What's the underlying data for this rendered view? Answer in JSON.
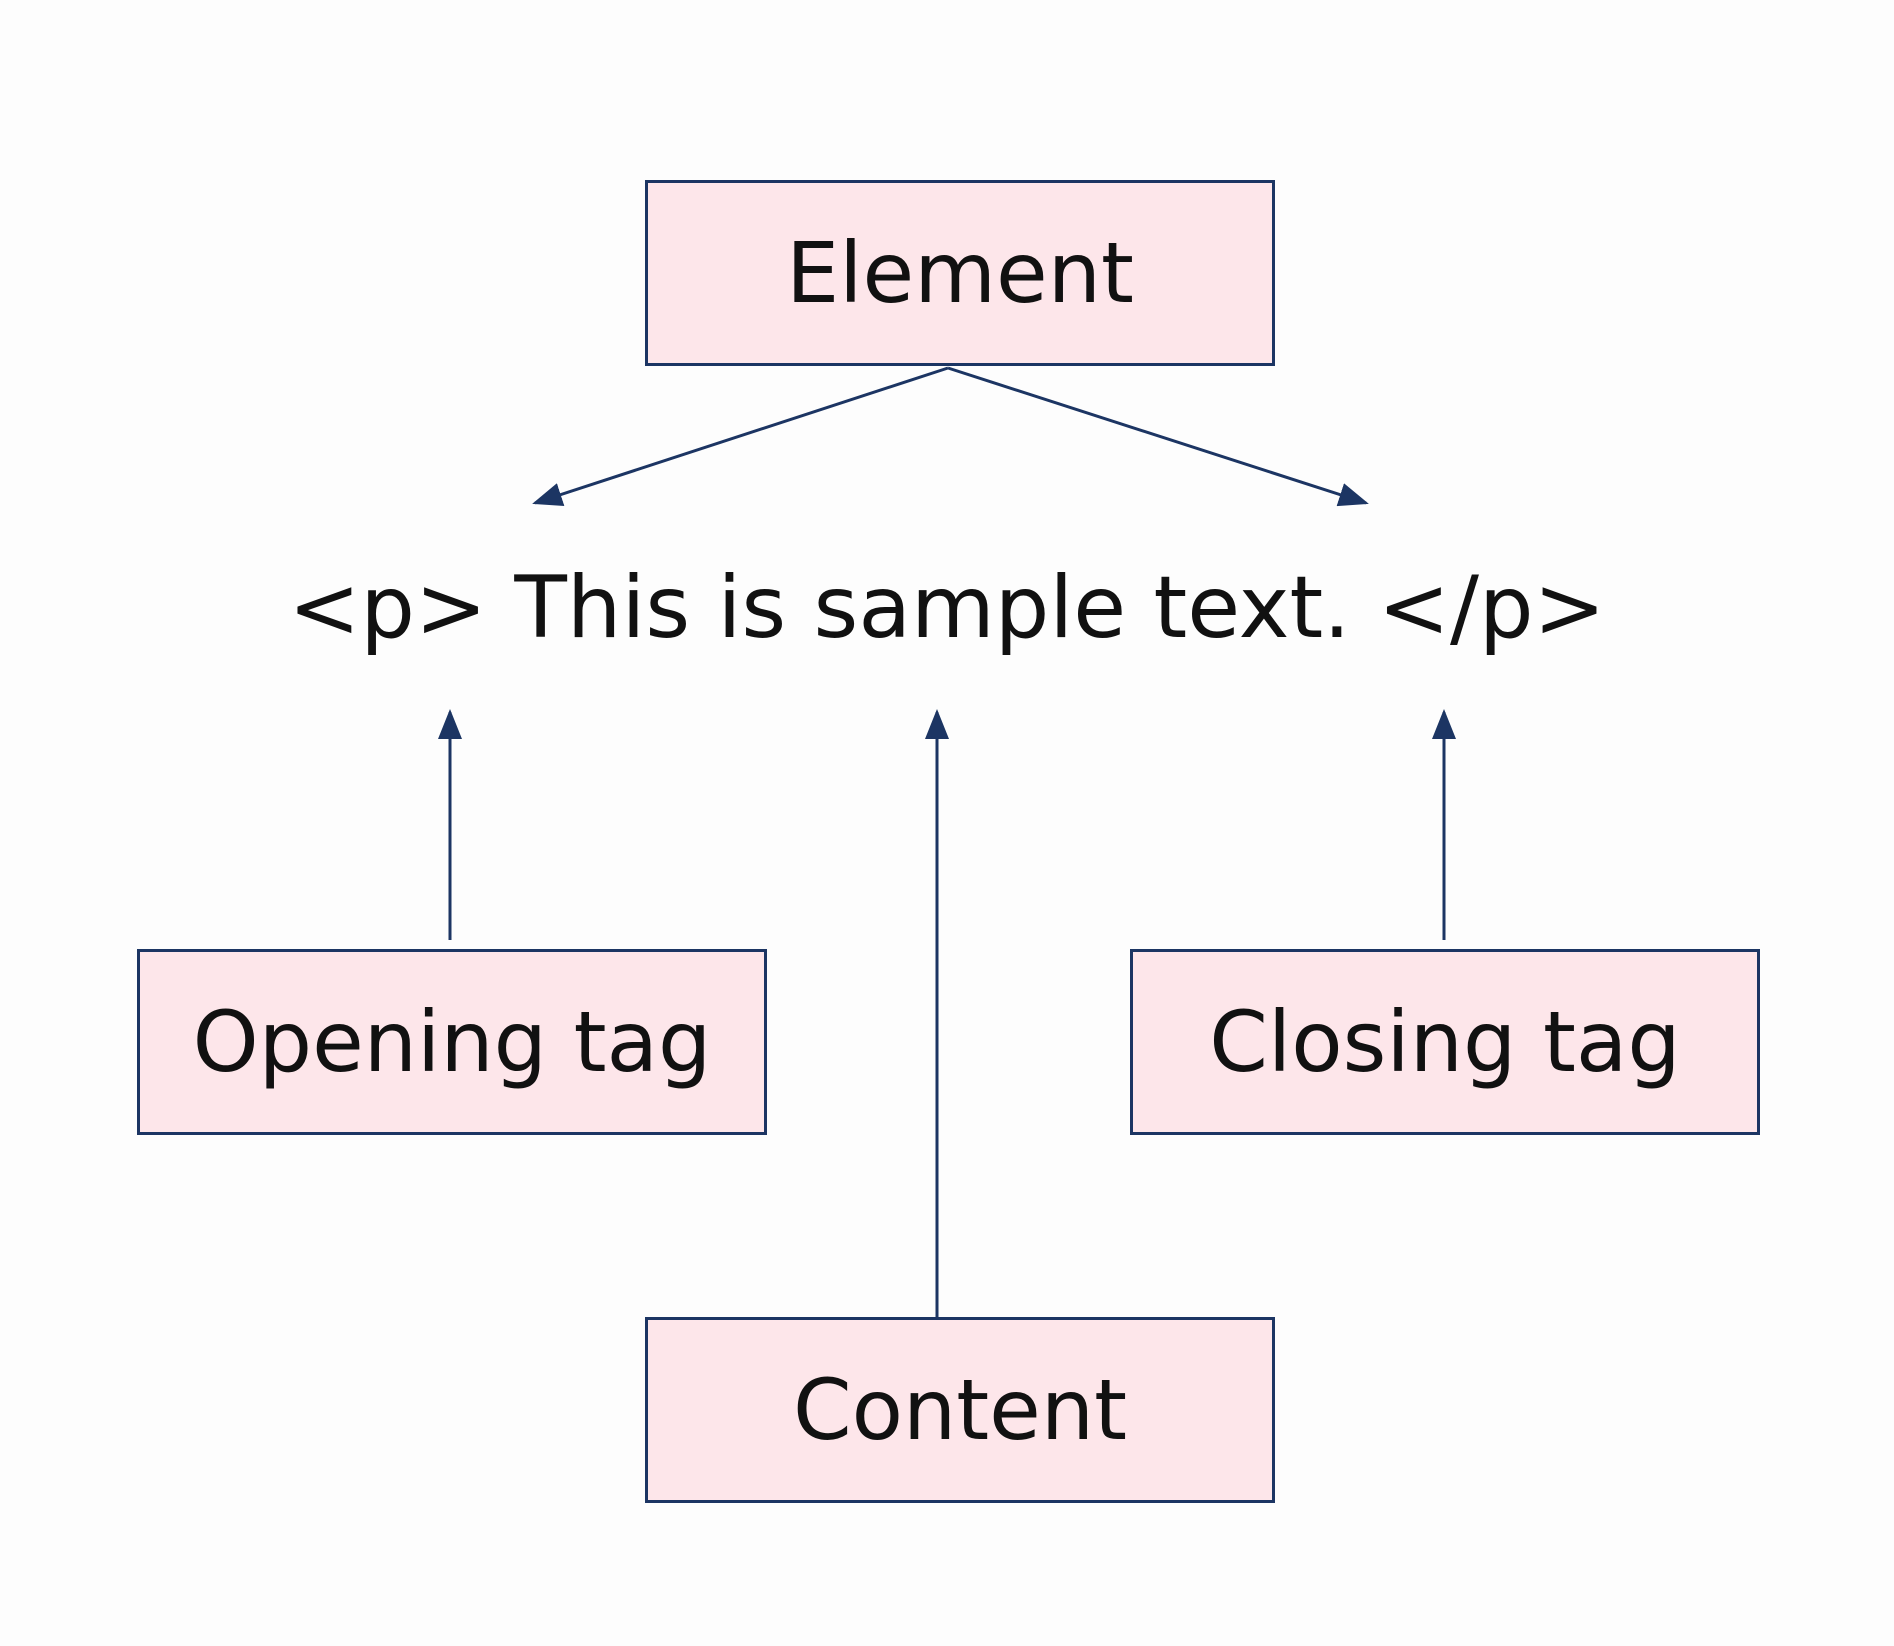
{
  "boxes": {
    "element": "Element",
    "opening_tag": "Opening tag",
    "closing_tag": "Closing tag",
    "content": "Content"
  },
  "sample_code": "<p> This is sample text. </p>",
  "colors": {
    "box_fill": "#fde6ea",
    "box_border": "#1c3563",
    "arrow": "#1c3563",
    "text": "#111111",
    "background": "#fdfdfd"
  }
}
